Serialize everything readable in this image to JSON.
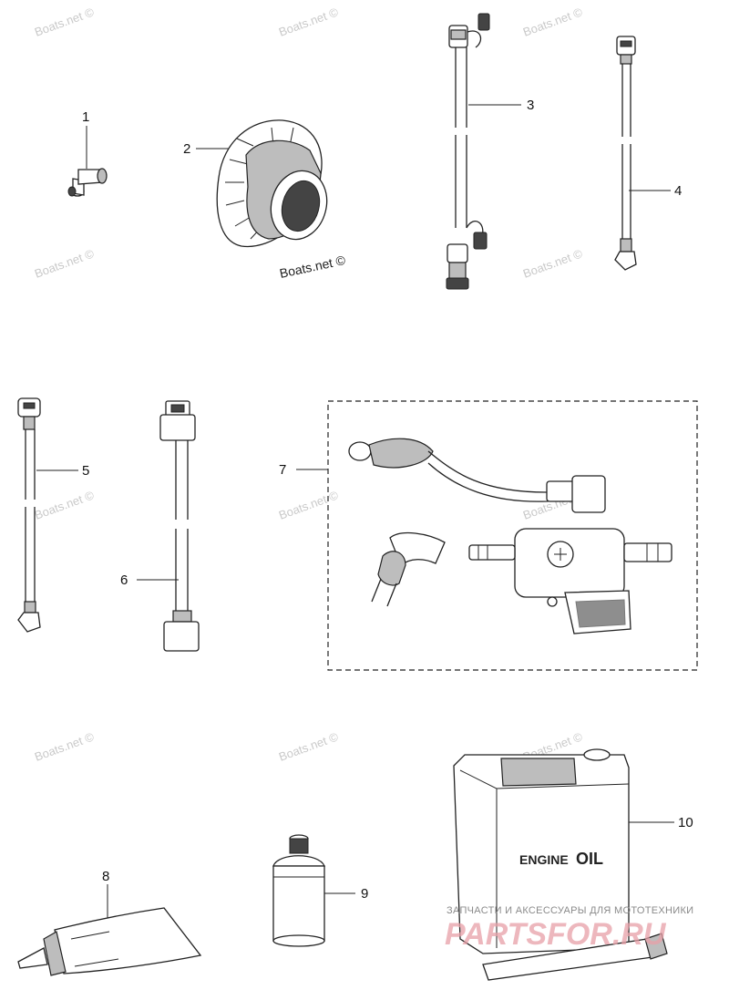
{
  "watermark_text": "Boats.net ©",
  "parts": [
    {
      "id": "part-1",
      "label": "1"
    },
    {
      "id": "part-2",
      "label": "2"
    },
    {
      "id": "part-3",
      "label": "3"
    },
    {
      "id": "part-4",
      "label": "4"
    },
    {
      "id": "part-5",
      "label": "5"
    },
    {
      "id": "part-6",
      "label": "6"
    },
    {
      "id": "part-7",
      "label": "7"
    },
    {
      "id": "part-8",
      "label": "8"
    },
    {
      "id": "part-9",
      "label": "9"
    },
    {
      "id": "part-10",
      "label": "10"
    }
  ],
  "credit_text": "Boats.net ©",
  "oil_can": {
    "engine": "ENGINE",
    "oil": "OIL"
  },
  "shop": {
    "subtitle": "ЗАПЧАСТИ И АКСЕССУАРЫ ДЛЯ МОТОТЕХНИКИ",
    "logo": "PARTSFOR.RU"
  }
}
